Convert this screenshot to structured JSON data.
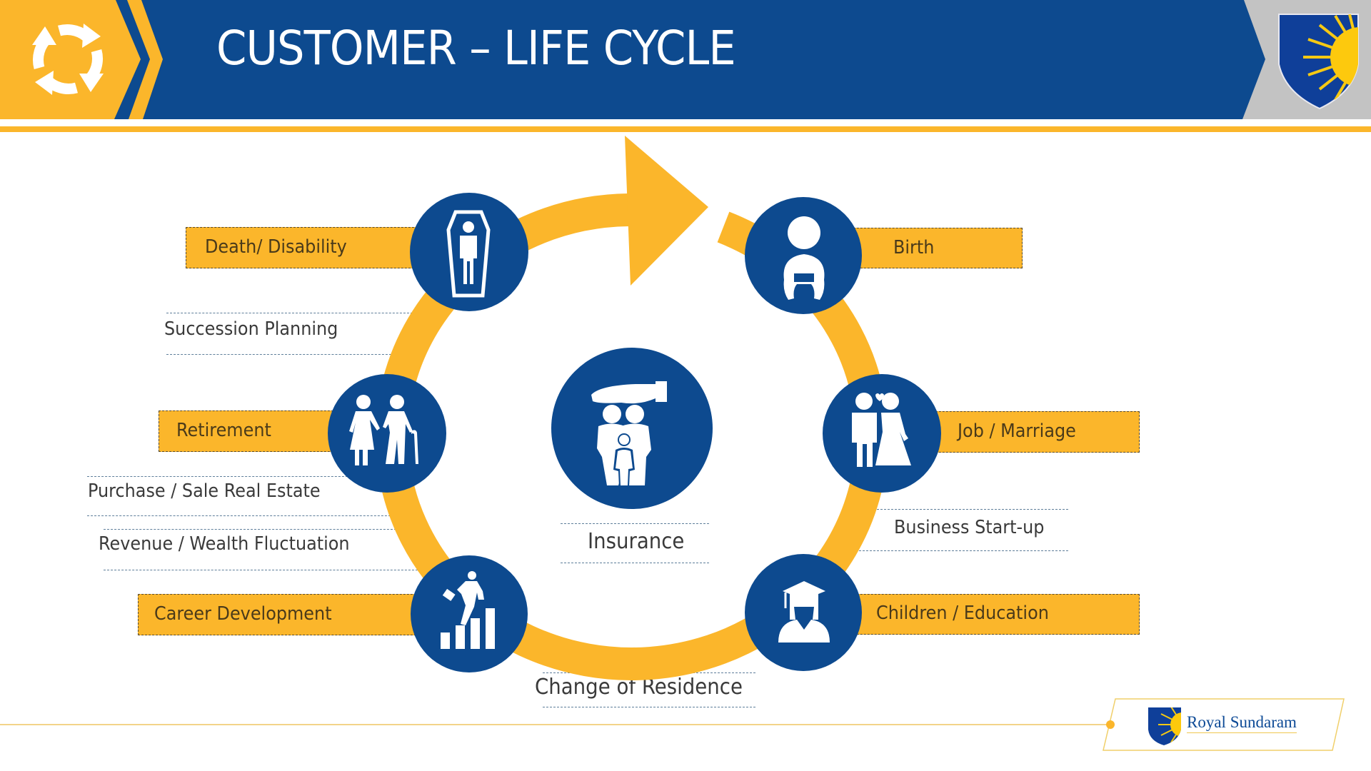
{
  "header": {
    "title": "CUSTOMER – LIFE CYCLE",
    "left_icon": "cycle-arrows-icon",
    "right_logo": "sun-shield-logo-icon"
  },
  "colors": {
    "primary_blue": "#0d4a8f",
    "accent_gold": "#fbb62b",
    "header_grey": "#c3c3c3",
    "label_text": "#4a3a1a",
    "plain_text": "#3a3a3a"
  },
  "center": {
    "label": "Insurance",
    "icon": "family-protection-icon"
  },
  "stages": [
    {
      "label": "Birth",
      "icon": "baby-icon"
    },
    {
      "label": "Job / Marriage",
      "icon": "wedding-couple-icon"
    },
    {
      "label": "Children / Education",
      "icon": "graduate-icon"
    },
    {
      "label": "Career Development",
      "icon": "career-ladder-icon"
    },
    {
      "label": "Retirement",
      "icon": "elderly-couple-icon"
    },
    {
      "label": "Death/ Disability",
      "icon": "coffin-icon"
    }
  ],
  "events": [
    {
      "label": "Business Start-up"
    },
    {
      "label": "Change of Residence"
    },
    {
      "label": "Revenue / Wealth Fluctuation"
    },
    {
      "label": "Purchase / Sale Real Estate"
    },
    {
      "label": "Succession Planning"
    }
  ],
  "footer": {
    "brand": "Royal Sundaram",
    "logo": "sun-shield-logo-icon"
  }
}
